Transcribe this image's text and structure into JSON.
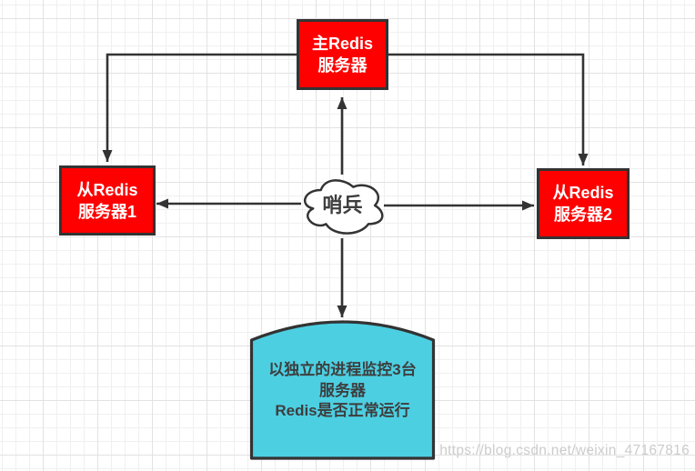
{
  "nodes": {
    "master": {
      "line1": "主Redis",
      "line2": "服务器"
    },
    "slave1": {
      "line1": "从Redis",
      "line2": "服务器1"
    },
    "slave2": {
      "line1": "从Redis",
      "line2": "服务器2"
    },
    "sentinel": {
      "label": "哨兵"
    },
    "monitor": {
      "line1": "以独立的进程监控3台",
      "line2": "服务器",
      "line3": "Redis是否正常运行"
    }
  },
  "edges": [
    {
      "from": "master",
      "to": "slave1",
      "style": "elbow-arrow"
    },
    {
      "from": "master",
      "to": "slave2",
      "style": "elbow-arrow"
    },
    {
      "from": "sentinel",
      "to": "master",
      "style": "straight-arrow"
    },
    {
      "from": "sentinel",
      "to": "slave1",
      "style": "straight-arrow"
    },
    {
      "from": "sentinel",
      "to": "slave2",
      "style": "straight-arrow"
    },
    {
      "from": "sentinel",
      "to": "monitor",
      "style": "straight-arrow"
    }
  ],
  "colors": {
    "node_red": "#fe0000",
    "node_cyan": "#4dcfe2",
    "stroke": "#333333",
    "node_text_light": "#ffffff",
    "text_dark": "#3e3e3e",
    "grid_minor": "#f0f0f0",
    "grid_major": "#e2e2e2",
    "watermark": "#cccccc"
  },
  "watermark": {
    "text": "https://blog.csdn.net/weixin_47167816"
  }
}
